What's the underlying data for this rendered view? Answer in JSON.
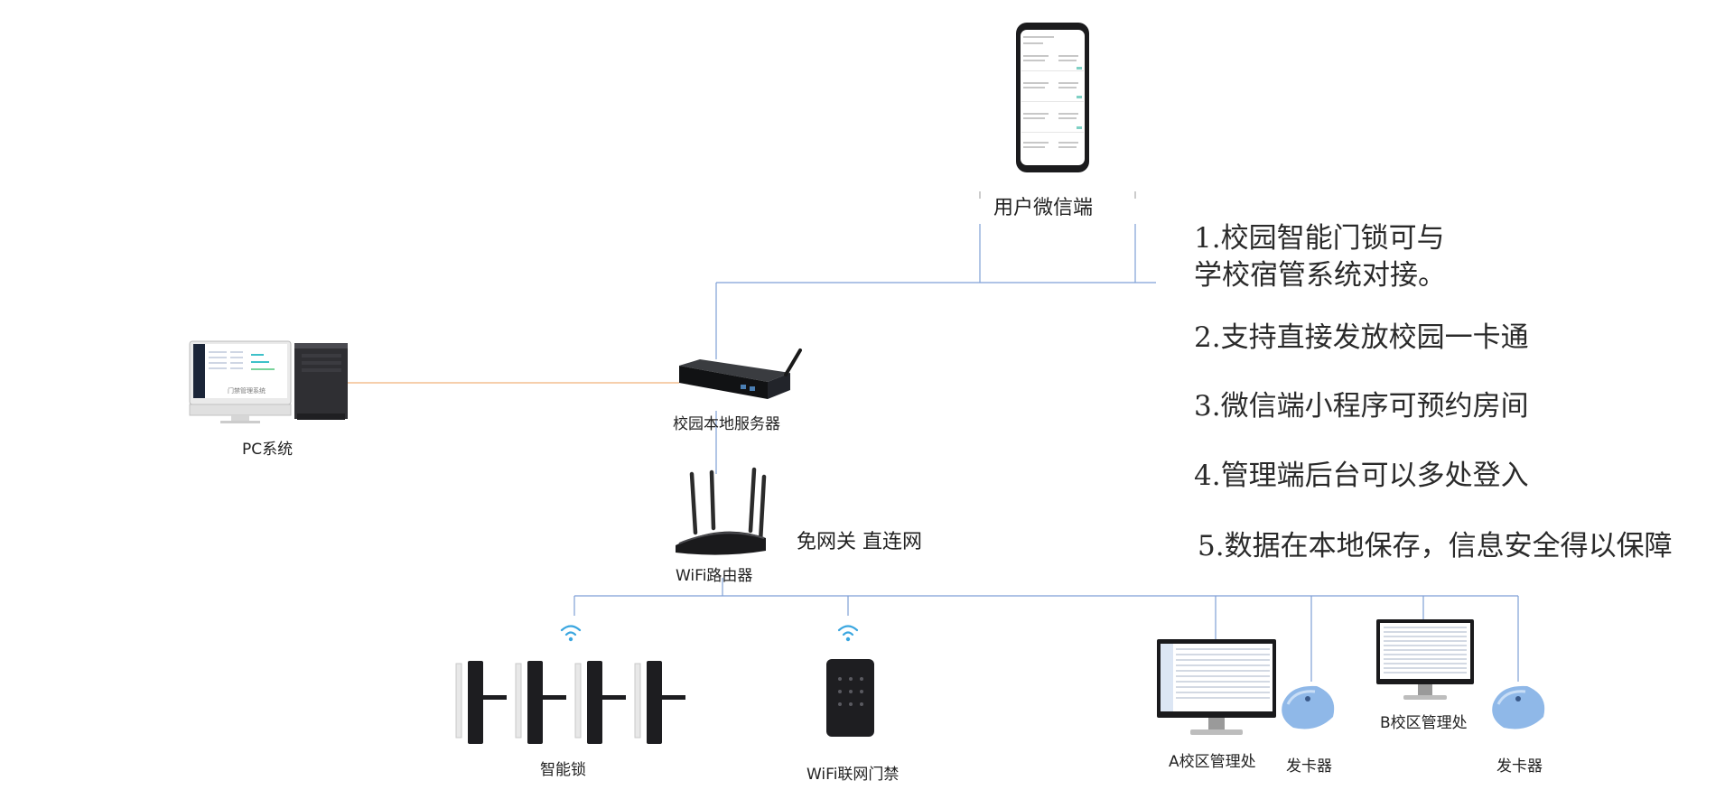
{
  "nodes": {
    "wechat": {
      "label": "用户微信端"
    },
    "server": {
      "label": "校园本地服务器"
    },
    "pc": {
      "label": "PC系统",
      "screen_text": "门禁管理系统"
    },
    "router": {
      "label": "WiFi路由器",
      "note": "免网关 直连网"
    },
    "lock": {
      "label": "智能锁"
    },
    "access": {
      "label": "WiFi联网门禁"
    },
    "campus_a": {
      "label": "A校区管理处"
    },
    "card_a": {
      "label": "发卡器"
    },
    "campus_b": {
      "label": "B校区管理处"
    },
    "card_b": {
      "label": "发卡器"
    }
  },
  "features": [
    "1.校园智能门锁可与",
    "学校宿管系统对接。",
    "2.支持直接发放校园一卡通",
    "3.微信端小程序可预约房间",
    "4.管理端后台可以多处登入",
    "5.数据在本地保存，信息安全得以保障"
  ],
  "colors": {
    "network_line": "#7f9fd6",
    "pc_link": "#f0b27a",
    "wifi_signal": "#3aa6e0",
    "device_dark": "#1c1c1f",
    "card_reader": "#8fb8e8"
  }
}
